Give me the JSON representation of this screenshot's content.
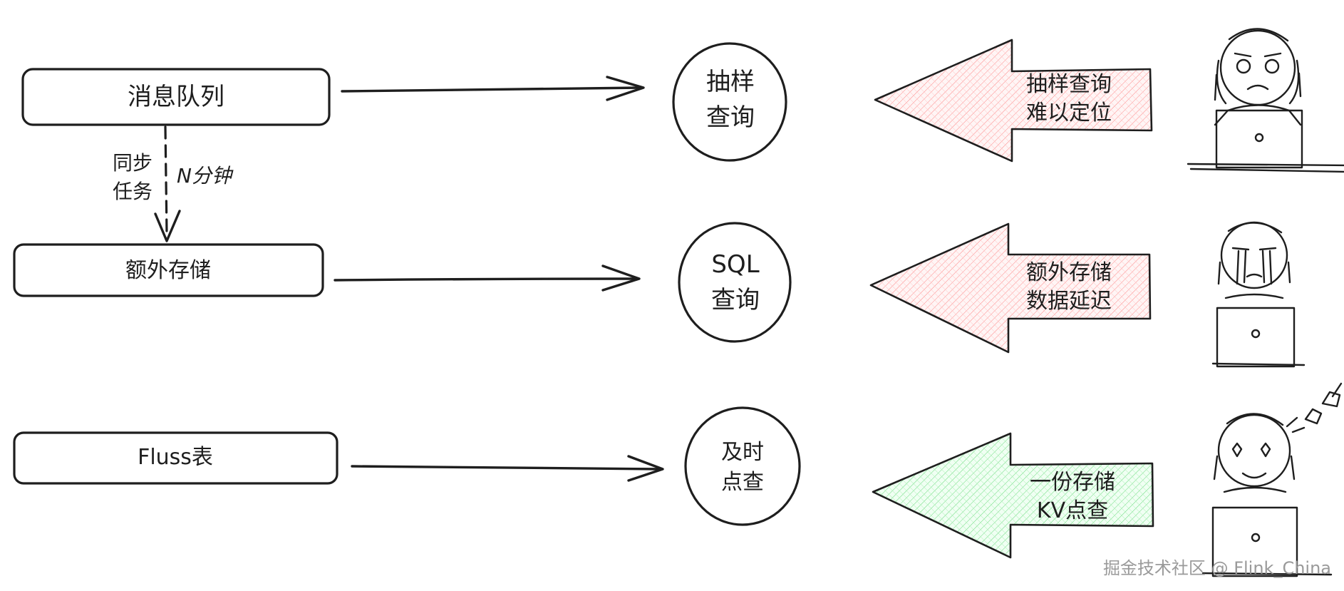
{
  "sources": [
    {
      "label": "消息队列"
    },
    {
      "label": "额外存储"
    },
    {
      "label": "Fluss表"
    }
  ],
  "sync": {
    "line1": "同步",
    "line2": "任务",
    "interval": "N分钟"
  },
  "queries": [
    {
      "line1": "抽样",
      "line2": "查询"
    },
    {
      "line1": "SQL",
      "line2": "查询"
    },
    {
      "line1": "及时",
      "line2": "点查"
    }
  ],
  "pains": [
    {
      "line1": "抽样查询",
      "line2": "难以定位",
      "color": "#ffc9c9"
    },
    {
      "line1": "额外存储",
      "line2": "数据延迟",
      "color": "#ffc9c9"
    },
    {
      "line1": "一份存储",
      "line2": "KV点查",
      "color": "#b2f2bb"
    }
  ],
  "users": [
    {
      "icon": "sad-user-icon"
    },
    {
      "icon": "crying-user-icon"
    },
    {
      "icon": "happy-user-icon"
    }
  ],
  "watermark": "掘金技术社区 @ Flink_China"
}
